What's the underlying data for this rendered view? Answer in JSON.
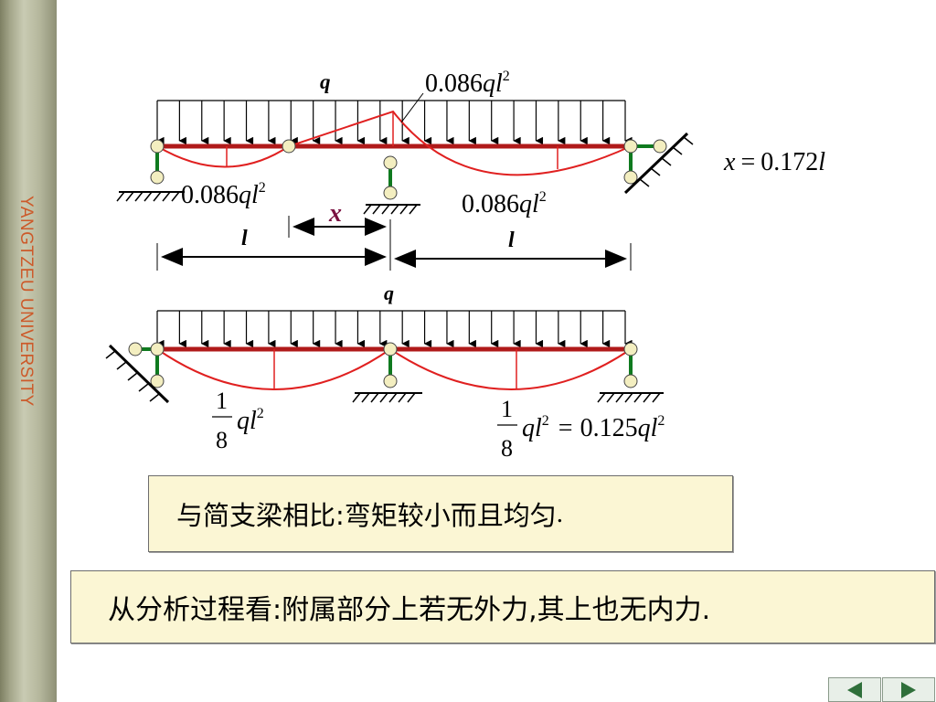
{
  "sidebar": {
    "university_text": "YANGTZEU UNIVERSITY"
  },
  "top_diagram": {
    "load_label": "q",
    "peak_moment": {
      "coef": "0.086",
      "var": "ql",
      "exp": "2"
    },
    "left_span_moment": {
      "coef": "0.086",
      "var": "ql",
      "exp": "2"
    },
    "right_span_moment": {
      "coef": "0.086",
      "var": "ql",
      "exp": "2"
    },
    "hinge_offset_label": "x",
    "span_left_label": "l",
    "span_right_label": "l",
    "formula": {
      "lhs": "x",
      "eq": "=",
      "value": "0.172",
      "var": "l"
    }
  },
  "bottom_diagram": {
    "load_label": "q",
    "left_moment": {
      "num": "1",
      "den": "8",
      "var": "ql",
      "exp": "2"
    },
    "right_moment": {
      "num": "1",
      "den": "8",
      "var": "ql",
      "exp": "2",
      "eq": "=",
      "value": "0.125",
      "var2": "ql",
      "exp2": "2"
    }
  },
  "notes": {
    "note1_main": "与简支梁相比:弯矩较小而且均匀",
    "note1_end": ".",
    "note2": "从分析过程看:附属部分上若无外力,其上也无内力."
  },
  "colors": {
    "beam": "#b01a1a",
    "moment": "#e02020",
    "support": "#0f7a1f",
    "sidebar_text": "#cc5a2a",
    "x_label": "#7a1040"
  }
}
